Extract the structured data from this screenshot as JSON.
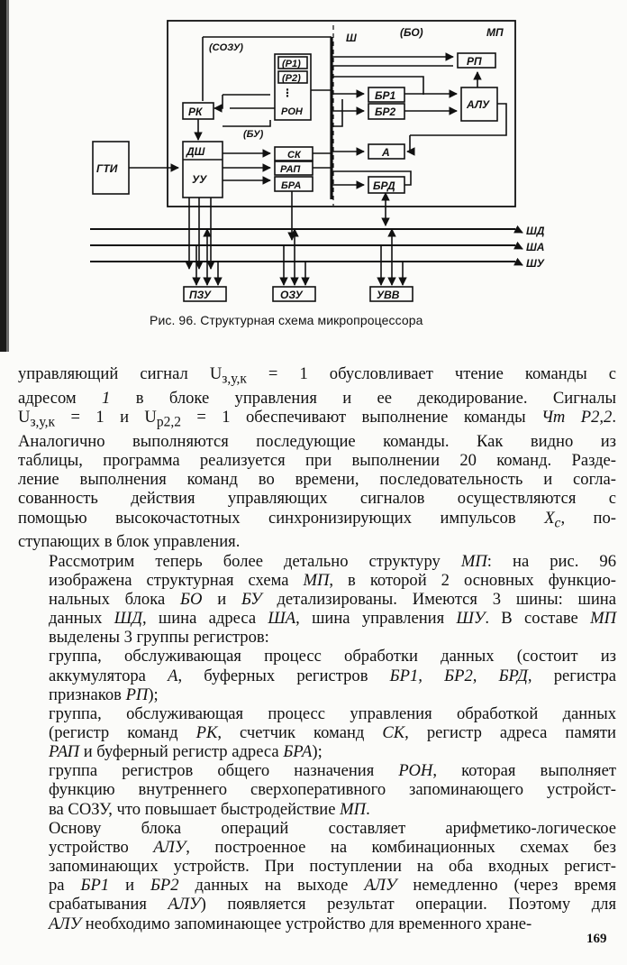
{
  "figure": {
    "blocks": {
      "gti": "ГТИ",
      "rk": "РК",
      "dsh": "ДШ",
      "uu": "УУ",
      "r1": "(Р1)",
      "r2": "(Р2)",
      "dots": "⋮",
      "ron": "РОН",
      "sk": "СК",
      "rap": "РАП",
      "bra": "БРА",
      "rp": "РП",
      "br1": "БР1",
      "br2": "БР2",
      "alu": "АЛУ",
      "a": "А",
      "brd": "БРД",
      "pzu": "ПЗУ",
      "ozu": "ОЗУ",
      "uvv": "УВВ"
    },
    "labels": {
      "sozu": "(СОЗУ)",
      "bu": "(БУ)",
      "sh": "Ш",
      "bo": "(БО)",
      "mp": "МП",
      "shd": "ШД",
      "sha": "ША",
      "shu": "ШУ"
    },
    "caption": "Рис. 96. Структурная схема микропроцессора"
  },
  "body": {
    "p1": [
      "управляющий сигнал U<sub>з,у,к</sub> = 1 обусловливает чтение команды с",
      "адресом <i>1</i> в блоке управления и ее декодирование. Сигналы",
      "U<sub>з,у,к</sub> = 1 и U<sub>р2,2</sub> = 1 обеспечивают выполнение команды <i>Чт Р2,2</i>.",
      "Аналогично выполняются последующие команды. Как видно из",
      "таблицы, программа реализуется при выполнении 20 команд. Разде-",
      "ление выполнения команд во времени, последовательность и согла-",
      "сованность действия управляющих сигналов осуществляются с",
      "помощью высокочастотных синхронизирующих импульсов <i>X<sub>с</sub></i>, по-",
      "ступающих в блок управления."
    ],
    "p2": [
      "Рассмотрим теперь более детально структуру <i>МП</i>: на рис. 96",
      "изображена структурная схема <i>МП</i>, в которой 2 основных функцио-",
      "нальных блока <i>БО</i> и <i>БУ</i> детализированы. Имеются 3 шины: шина",
      "данных <i>ШД</i>, шина адреса <i>ША</i>, шина управления <i>ШУ</i>. В составе <i>МП</i>",
      "выделены 3 группы регистров:"
    ],
    "p3": [
      "группа, обслуживающая процесс обработки данных (состоит из",
      "аккумулятора <i>А</i>, буферных регистров <i>БР1, БР2, БРД</i>, регистра",
      "признаков <i>РП</i>);"
    ],
    "p4": [
      "группа, обслуживающая процесс управления обработкой данных",
      "(регистр команд <i>РК</i>, счетчик команд <i>СК</i>, регистр адреса памяти",
      "<i>РАП</i> и буферный регистр адреса <i>БРА</i>);"
    ],
    "p5": [
      "группа регистров общего назначения <i>РОН</i>, которая выполняет",
      "функцию внутреннего сверхоперативного запоминающего устройст-",
      "ва СОЗУ, что повышает быстродействие <i>МП</i>."
    ],
    "p6": [
      "Основу блока операций составляет арифметико-логическое",
      "устройство <i>АЛУ</i>, построенное на комбинационных схемах без",
      "запоминающих устройств. При поступлении на оба входных регист-",
      "ра <i>БР1</i> и <i>БР2</i> данных на выходе <i>АЛУ</i> немедленно (через время",
      "срабатывания <i>АЛУ</i>) появляется результат операции. Поэтому для",
      "<i>АЛУ</i> необходимо запоминающее устройство для временного хране-"
    ]
  },
  "page_number": "169"
}
